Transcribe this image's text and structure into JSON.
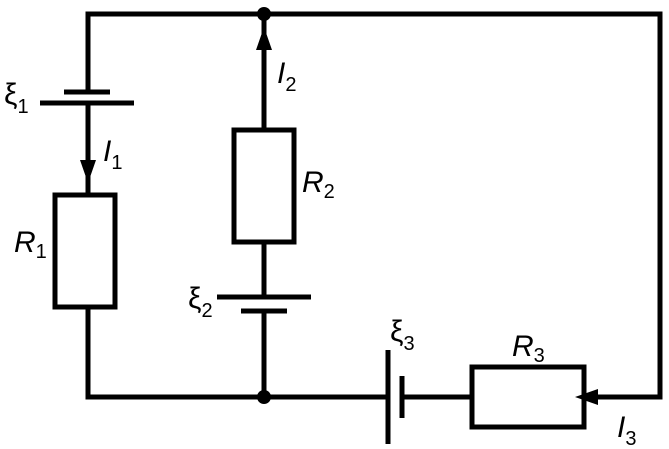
{
  "diagram": {
    "type": "circuit",
    "colors": {
      "line": "#000000",
      "background": "#ffffff"
    },
    "emf": [
      {
        "symbol": "ξ",
        "sub": "1"
      },
      {
        "symbol": "ξ",
        "sub": "2"
      },
      {
        "symbol": "ξ",
        "sub": "3"
      }
    ],
    "resistors": [
      {
        "symbol": "R",
        "sub": "1"
      },
      {
        "symbol": "R",
        "sub": "2"
      },
      {
        "symbol": "R",
        "sub": "3"
      }
    ],
    "currents": [
      {
        "symbol": "I",
        "sub": "1"
      },
      {
        "symbol": "I",
        "sub": "2"
      },
      {
        "symbol": "I",
        "sub": "3"
      }
    ]
  }
}
